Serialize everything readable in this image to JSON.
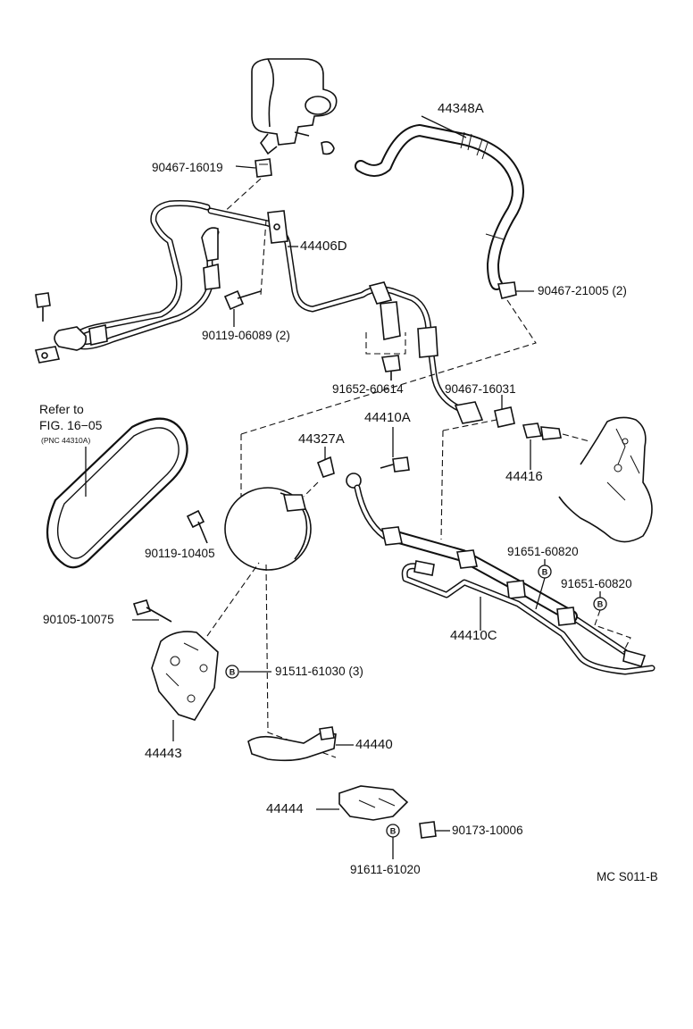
{
  "diagram_code": "MC S011-B",
  "reference": {
    "line1": "Refer to",
    "line2": "FIG. 16−05",
    "line3": "(PNC 44310A)"
  },
  "bolt_marker": "B",
  "parts": {
    "p44348A": "44348A",
    "p90467_16019": "90467-16019",
    "p44406D": "44406D",
    "p90467_21005": "90467-21005 (2)",
    "p90119_06089": "90119-06089 (2)",
    "p91652_60614": "91652-60614",
    "p90467_16031": "90467-16031",
    "p44410A": "44410A",
    "p44327A": "44327A",
    "p44416": "44416",
    "p90119_10405": "90119-10405",
    "p91651_60820_a": "91651-60820",
    "p91651_60820_b": "91651-60820",
    "p90105_10075": "90105-10075",
    "p44410C": "44410C",
    "p91511_61030": "91511-61030 (3)",
    "p44443": "44443",
    "p44440": "44440",
    "p44444": "44444",
    "p90173_10006": "90173-10006",
    "p91611_61020": "91611-61020"
  }
}
